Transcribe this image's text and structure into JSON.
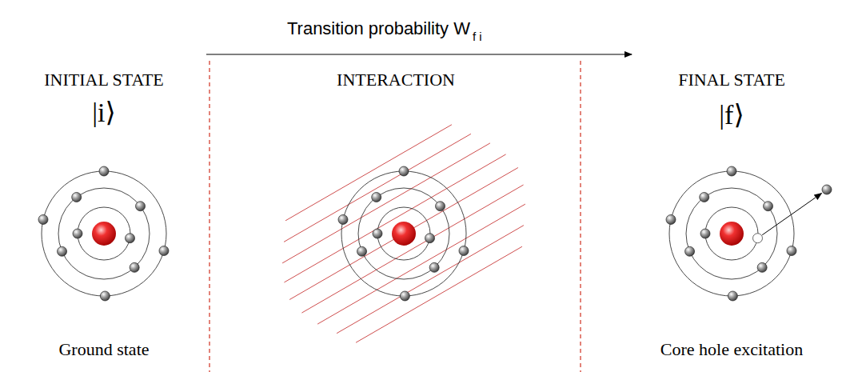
{
  "diagram": {
    "labels": [
      "Transition probability W",
      "f i",
      "INITIAL STATE",
      "|i⟩",
      "Ground state",
      "INTERACTION",
      "FINAL STATE",
      "|f⟩",
      "Core hole excitation"
    ]
  }
}
